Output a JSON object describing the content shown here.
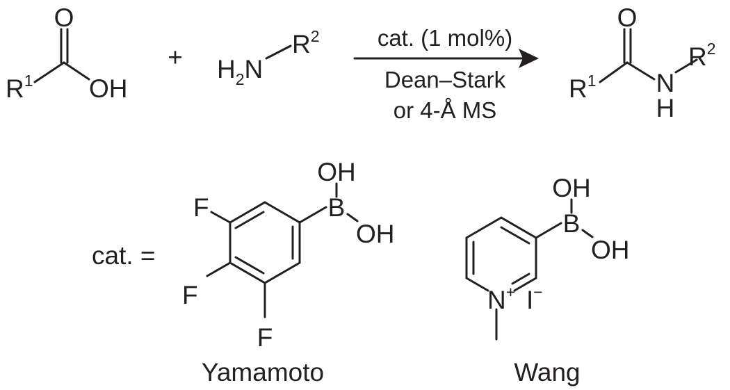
{
  "reaction": {
    "acid": {
      "r_symbol": "R",
      "r_index": "1",
      "oxygen": "O",
      "hydroxyl": "OH"
    },
    "plus": "+",
    "amine": {
      "nh2": "H",
      "nh2_sub": "2",
      "n": "N",
      "r_symbol": "R",
      "r_index": "2"
    },
    "conditions": {
      "catalyst_loading": "cat. (1 mol%)",
      "line2": "Dean–Stark",
      "line3": "or 4-Å MS"
    },
    "amide": {
      "r1_symbol": "R",
      "r1_index": "1",
      "oxygen": "O",
      "n": "N",
      "h": "H",
      "r2_symbol": "R",
      "r2_index": "2"
    }
  },
  "catalysts": {
    "prefix": "cat. =",
    "yamamoto": {
      "name": "Yamamoto",
      "boron": "B",
      "oh_top": "OH",
      "oh_right": "OH",
      "f_top": "F",
      "f_middle": "F",
      "f_bottom": "F"
    },
    "wang": {
      "name": "Wang",
      "boron": "B",
      "oh_top": "OH",
      "oh_right": "OH",
      "n": "N",
      "n_charge": "+",
      "iodide": "I",
      "iodide_charge": "−"
    }
  }
}
